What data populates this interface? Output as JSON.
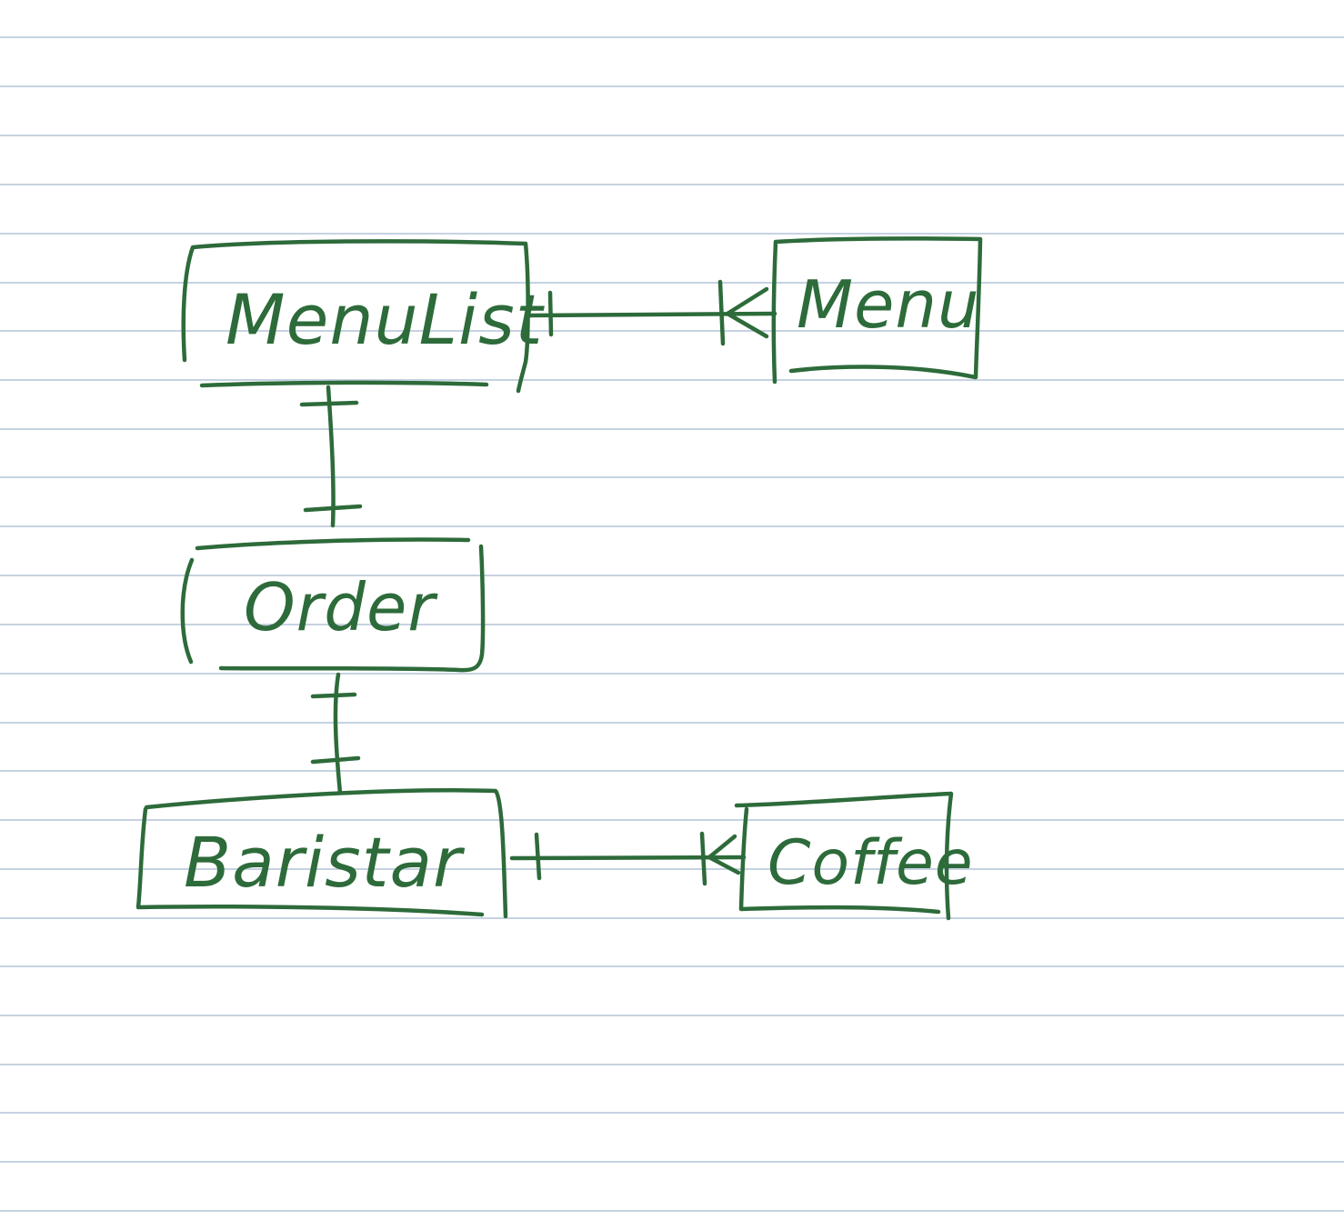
{
  "colors": {
    "ink": "#2d6b3a",
    "ruled_line": "#b4c3d8",
    "paper": "#ffffff"
  },
  "diagram": {
    "type": "entity-relationship",
    "entities": [
      {
        "id": "menulist",
        "label": "MenuList"
      },
      {
        "id": "menu",
        "label": "Menu"
      },
      {
        "id": "order",
        "label": "Order"
      },
      {
        "id": "baristar",
        "label": "Baristar"
      },
      {
        "id": "coffee",
        "label": "Coffee"
      }
    ],
    "relationships": [
      {
        "from": "menulist",
        "to": "menu",
        "from_cardinality": "one",
        "to_cardinality": "many"
      },
      {
        "from": "menulist",
        "to": "order",
        "from_cardinality": "one",
        "to_cardinality": "one"
      },
      {
        "from": "order",
        "to": "baristar",
        "from_cardinality": "one",
        "to_cardinality": "one"
      },
      {
        "from": "baristar",
        "to": "coffee",
        "from_cardinality": "one",
        "to_cardinality": "many"
      }
    ]
  }
}
